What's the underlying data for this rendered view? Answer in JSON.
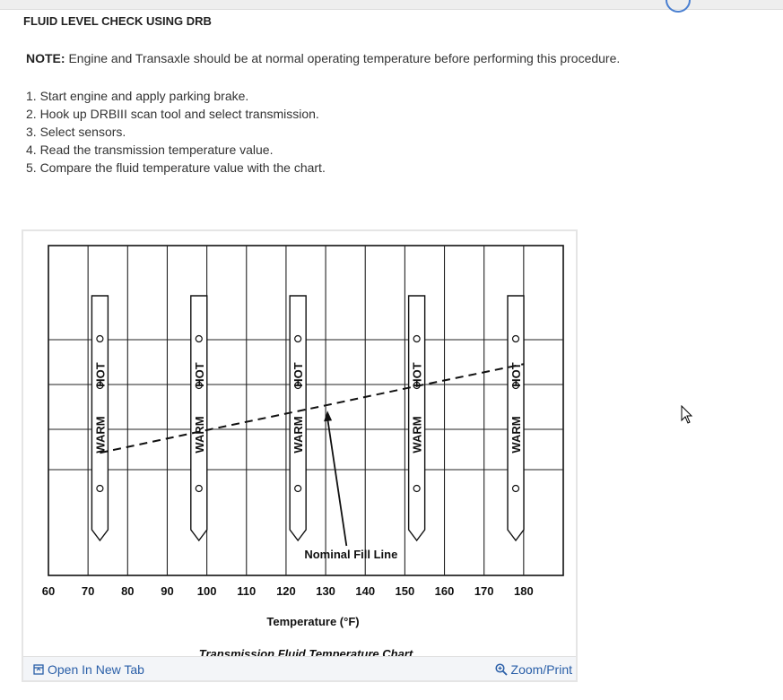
{
  "heading": "FLUID LEVEL CHECK USING DRB",
  "note": {
    "label": "NOTE:",
    "text": " Engine and Transaxle should be at normal operating temperature before performing this procedure."
  },
  "steps": [
    "1. Start engine and apply parking brake.",
    "2. Hook up DRBIII scan tool and select transmission.",
    "3. Select sensors.",
    "4. Read the transmission temperature value.",
    "5. Compare the fluid temperature value with the chart."
  ],
  "chart_data": {
    "type": "line",
    "title": "Transmission Fluid Temperature Chart",
    "xlabel": "Temperature (°F)",
    "x_ticks": [
      60,
      70,
      80,
      90,
      100,
      110,
      120,
      130,
      140,
      150,
      160,
      170,
      180
    ],
    "xlim": [
      60,
      190
    ],
    "dipstick_labels": {
      "warm": "WARM",
      "hot": "HOT"
    },
    "dipsticks_at": [
      73,
      98,
      123,
      153,
      178
    ],
    "series": [
      {
        "name": "Nominal Fill Line",
        "x": [
          73,
          98,
          130,
          153,
          180
        ],
        "y": [
          -0.39,
          -0.15,
          0.15,
          0.37,
          0.62
        ]
      }
    ],
    "annotations": [
      {
        "text": "Nominal Fill Line",
        "x": 133,
        "y": 0.15
      }
    ]
  },
  "figure_links": {
    "open_new_tab": "Open In New Tab",
    "zoom_print": "Zoom/Print"
  },
  "icons": [
    "open-new-tab-icon",
    "zoom-icon",
    "mouse-pointer-icon"
  ],
  "colors": {
    "link": "#2a5fa8",
    "text": "#333333"
  }
}
